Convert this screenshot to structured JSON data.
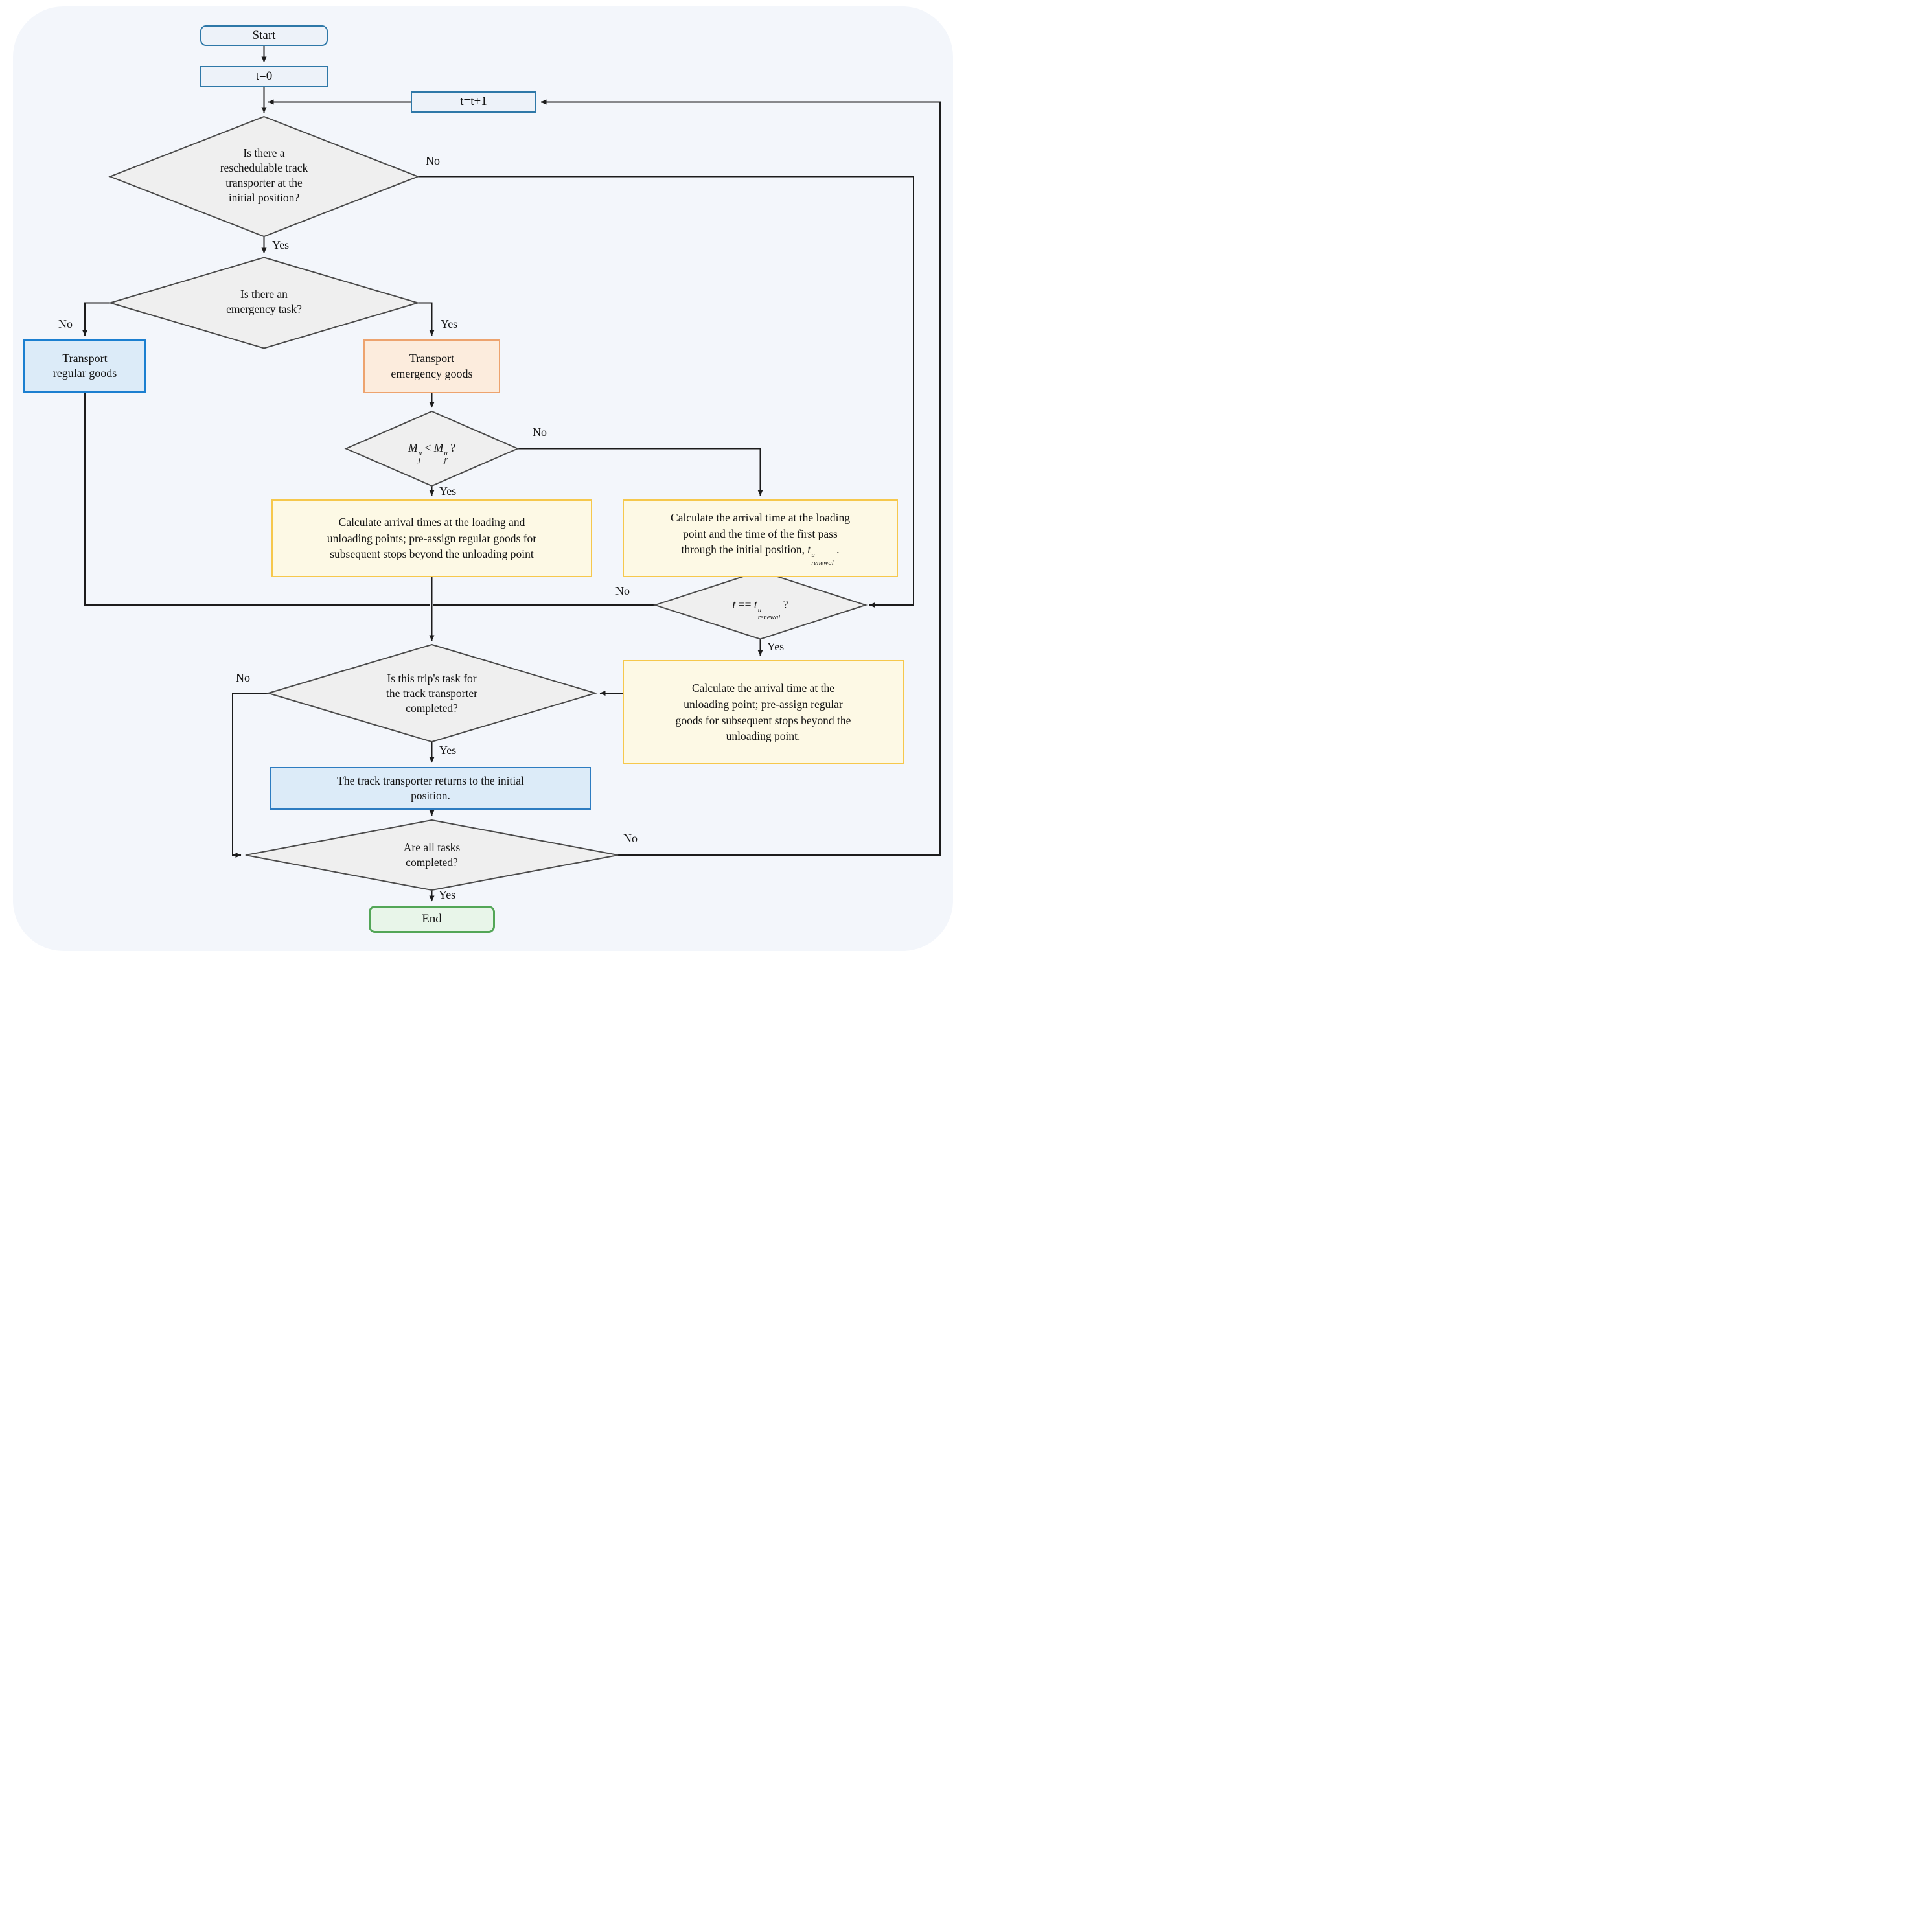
{
  "flowchart": {
    "start": "Start",
    "t0": "t=0",
    "t_increment": "t=t+1",
    "decision_reschedulable": [
      "Is there a",
      "reschedulable track",
      "transporter at the",
      "initial position?"
    ],
    "decision_emergency": [
      "Is there an",
      "emergency task?"
    ],
    "transport_regular": [
      "Transport",
      "regular goods"
    ],
    "transport_emergency": [
      "Transport",
      "emergency goods"
    ],
    "decision_capacity": {
      "lhs_base": "M",
      "lhs_sup": "u",
      "lhs_sub": "j",
      "op": "<",
      "rhs_base": "M",
      "rhs_sup": "u",
      "rhs_sub": "j′",
      "question": "?"
    },
    "calc_loading_unloading": [
      "Calculate arrival times at the loading and",
      "unloading points; pre-assign regular goods for",
      "subsequent stops beyond the unloading point"
    ],
    "calc_loading_first_pass": {
      "line1": "Calculate the arrival time at the loading",
      "line2": "point and the time of the first pass",
      "line3_prefix": "through the initial position, ",
      "var_base": "t",
      "var_sup": "u",
      "var_sub": "renewal",
      "line3_suffix": " ."
    },
    "decision_renewal": {
      "lhs": "t",
      "op": "==",
      "rhs_base": "t",
      "rhs_sup": "u",
      "rhs_sub": "renewal",
      "question": "?"
    },
    "calc_unloading": [
      "Calculate the arrival time at the",
      "unloading point; pre-assign regular",
      "goods for subsequent stops beyond the",
      "unloading point."
    ],
    "decision_trip_task": [
      "Is this trip's task for",
      "the track transporter",
      "completed?"
    ],
    "return_initial": [
      "The track transporter returns to the initial",
      "position."
    ],
    "decision_all_tasks": [
      "Are all tasks",
      "completed?"
    ],
    "end": "End",
    "labels": {
      "reschedulable_no": "No",
      "reschedulable_yes": "Yes",
      "emergency_no": "No",
      "emergency_yes": "Yes",
      "capacity_no": "No",
      "capacity_yes": "Yes",
      "renewal_no": "No",
      "renewal_yes": "Yes",
      "trip_no": "No",
      "trip_yes": "Yes",
      "all_tasks_no": "No",
      "all_tasks_yes": "Yes"
    },
    "colors": {
      "terminal_border": "#2e78a8",
      "terminal_fill": "#edf2f9",
      "regular_border": "#1b7fd0",
      "regular_fill": "#dcebf8",
      "emergency_border": "#eda36e",
      "emergency_fill": "#fcecdd",
      "calc_border": "#f6c84c",
      "calc_fill": "#fdf9e5",
      "return_border": "#2d7cc1",
      "return_fill": "#dcebf8",
      "end_border": "#53a657",
      "end_fill": "#e8f5e9",
      "decision_fill": "#efefef",
      "decision_border": "#4a4a4a",
      "connector": "#1c1c1c",
      "panel_background": "#f3f6fb"
    }
  }
}
